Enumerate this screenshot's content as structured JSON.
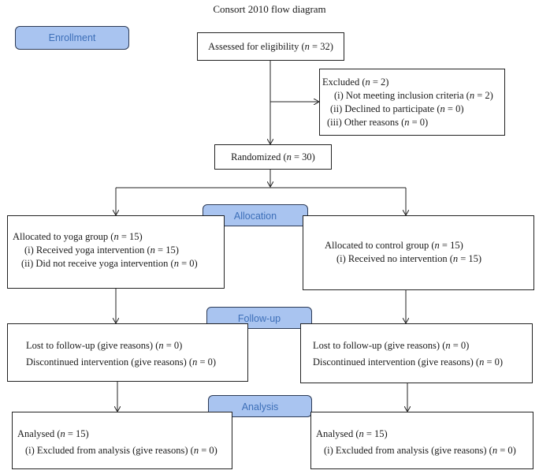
{
  "title": "Consort 2010 flow diagram",
  "stages": {
    "enrollment": "Enrollment",
    "allocation": "Allocation",
    "followup": "Follow-up",
    "analysis": "Analysis"
  },
  "assessed": {
    "pre": "Assessed for eligibility (",
    "n": "n",
    "post": " = 32)"
  },
  "excluded": {
    "head_pre": "Excluded (",
    "head_post": " = 2)",
    "i_pre": "(i) Not meeting inclusion criteria (",
    "i_post": " = 2)",
    "ii_pre": "(ii) Declined to participate (",
    "ii_post": " = 0)",
    "iii_pre": "(iii) Other reasons (",
    "iii_post": " = 0)"
  },
  "randomized": {
    "pre": "Randomized (",
    "post": " = 30)"
  },
  "yoga": {
    "head_pre": "Allocated to yoga group (",
    "head_post": " = 15)",
    "i_pre": "(i) Received yoga intervention (",
    "i_post": " = 15)",
    "ii_pre": "(ii) Did not receive yoga intervention (",
    "ii_post": " = 0)"
  },
  "control": {
    "head_pre": "Allocated to control group (",
    "head_post": " = 15)",
    "i_pre": "(i) Received no intervention (",
    "i_post": " = 15)"
  },
  "followup_left": {
    "lost_pre": "Lost to follow-up (give reasons) (",
    "lost_post": " = 0)",
    "disc_pre": "Discontinued intervention (give reasons) (",
    "disc_post": " = 0)"
  },
  "followup_right": {
    "lost_pre": "Lost to follow-up (give reasons) (",
    "lost_post": " = 0)",
    "disc_pre": "Discontinued intervention (give reasons) (",
    "disc_post": " = 0)"
  },
  "analysis_left": {
    "head_pre": "Analysed (",
    "head_post": " = 15)",
    "i_pre": "(i) Excluded from analysis (give reasons) (",
    "i_post": " = 0)"
  },
  "analysis_right": {
    "head_pre": "Analysed (",
    "head_post": " = 15)",
    "i_pre": "(i) Excluded from analysis (give reasons) (",
    "i_post": " = 0)"
  },
  "n_symbol": "n",
  "colors": {
    "stage_fill": "#a9c4f0",
    "stage_text": "#3d6fb8",
    "line": "#222222"
  }
}
